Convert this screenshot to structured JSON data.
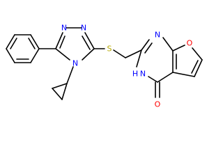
{
  "molecule": {
    "atoms": [
      {
        "id": "N_a",
        "text": "N",
        "color": "#0000ff"
      },
      {
        "id": "N_b",
        "text": "N",
        "color": "#0000ff"
      },
      {
        "id": "N_c",
        "text": "N",
        "color": "#0000ff"
      },
      {
        "id": "S",
        "text": "S",
        "color": "#b5a800"
      },
      {
        "id": "N_d",
        "text": "N",
        "color": "#0000ff"
      },
      {
        "id": "O_f",
        "text": "O",
        "color": "#ff0000"
      },
      {
        "id": "NH",
        "text": "N",
        "color": "#0000ff"
      },
      {
        "id": "H",
        "text": "H",
        "color": "#0000ff"
      },
      {
        "id": "O_k",
        "text": "O",
        "color": "#ff0000"
      }
    ]
  }
}
